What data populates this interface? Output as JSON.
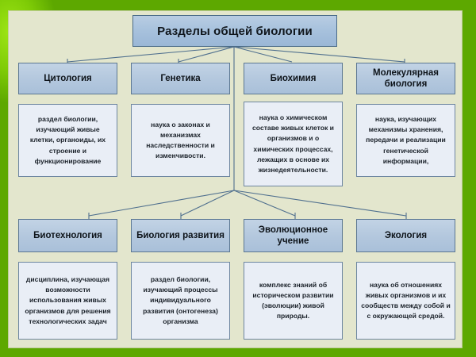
{
  "slide": {
    "title": "Разделы общей биологии",
    "background_color": "#6fbf03",
    "panel_color": "#e3e6cd",
    "header_fill": "#b4c8de",
    "description_fill": "#e9eef6",
    "border_color": "#5b7792",
    "connector_color": "#4f6f8e"
  },
  "branches": [
    {
      "id": "cytology",
      "heading": "Цитология",
      "description": "раздел биологии, изучающий живые клетки, органоиды, их строение и функционирование"
    },
    {
      "id": "genetics",
      "heading": "Генетика",
      "description": "наука о законах и механизмах наследственности и изменчивости."
    },
    {
      "id": "biochemistry",
      "heading": "Биохимия",
      "description": "наука о химическом составе живых клеток и организмов и о химических процессах, лежащих в основе их жизнедеятельности."
    },
    {
      "id": "molecular-biology",
      "heading": "Молекулярная биология",
      "description": "наука, изучающих механизмы хранения, передачи и реализации генетической информации,"
    },
    {
      "id": "biotechnology",
      "heading": "Биотехнология",
      "description": "дисциплина, изучающая возможности использования живых организмов для решения технологических задач"
    },
    {
      "id": "developmental-biology",
      "heading": "Биология развития",
      "description": "раздел биологии, изучающий процессы индивидуального развития (онтогенеза) организма"
    },
    {
      "id": "evolutionary-theory",
      "heading": "Эволюционное учение",
      "description": "комплекс знаний об историческом развитии (эволюции) живой природы."
    },
    {
      "id": "ecology",
      "heading": "Экология",
      "description": "наука об отношениях живых организмов и их сообществ между собой и с окружающей средой."
    }
  ]
}
